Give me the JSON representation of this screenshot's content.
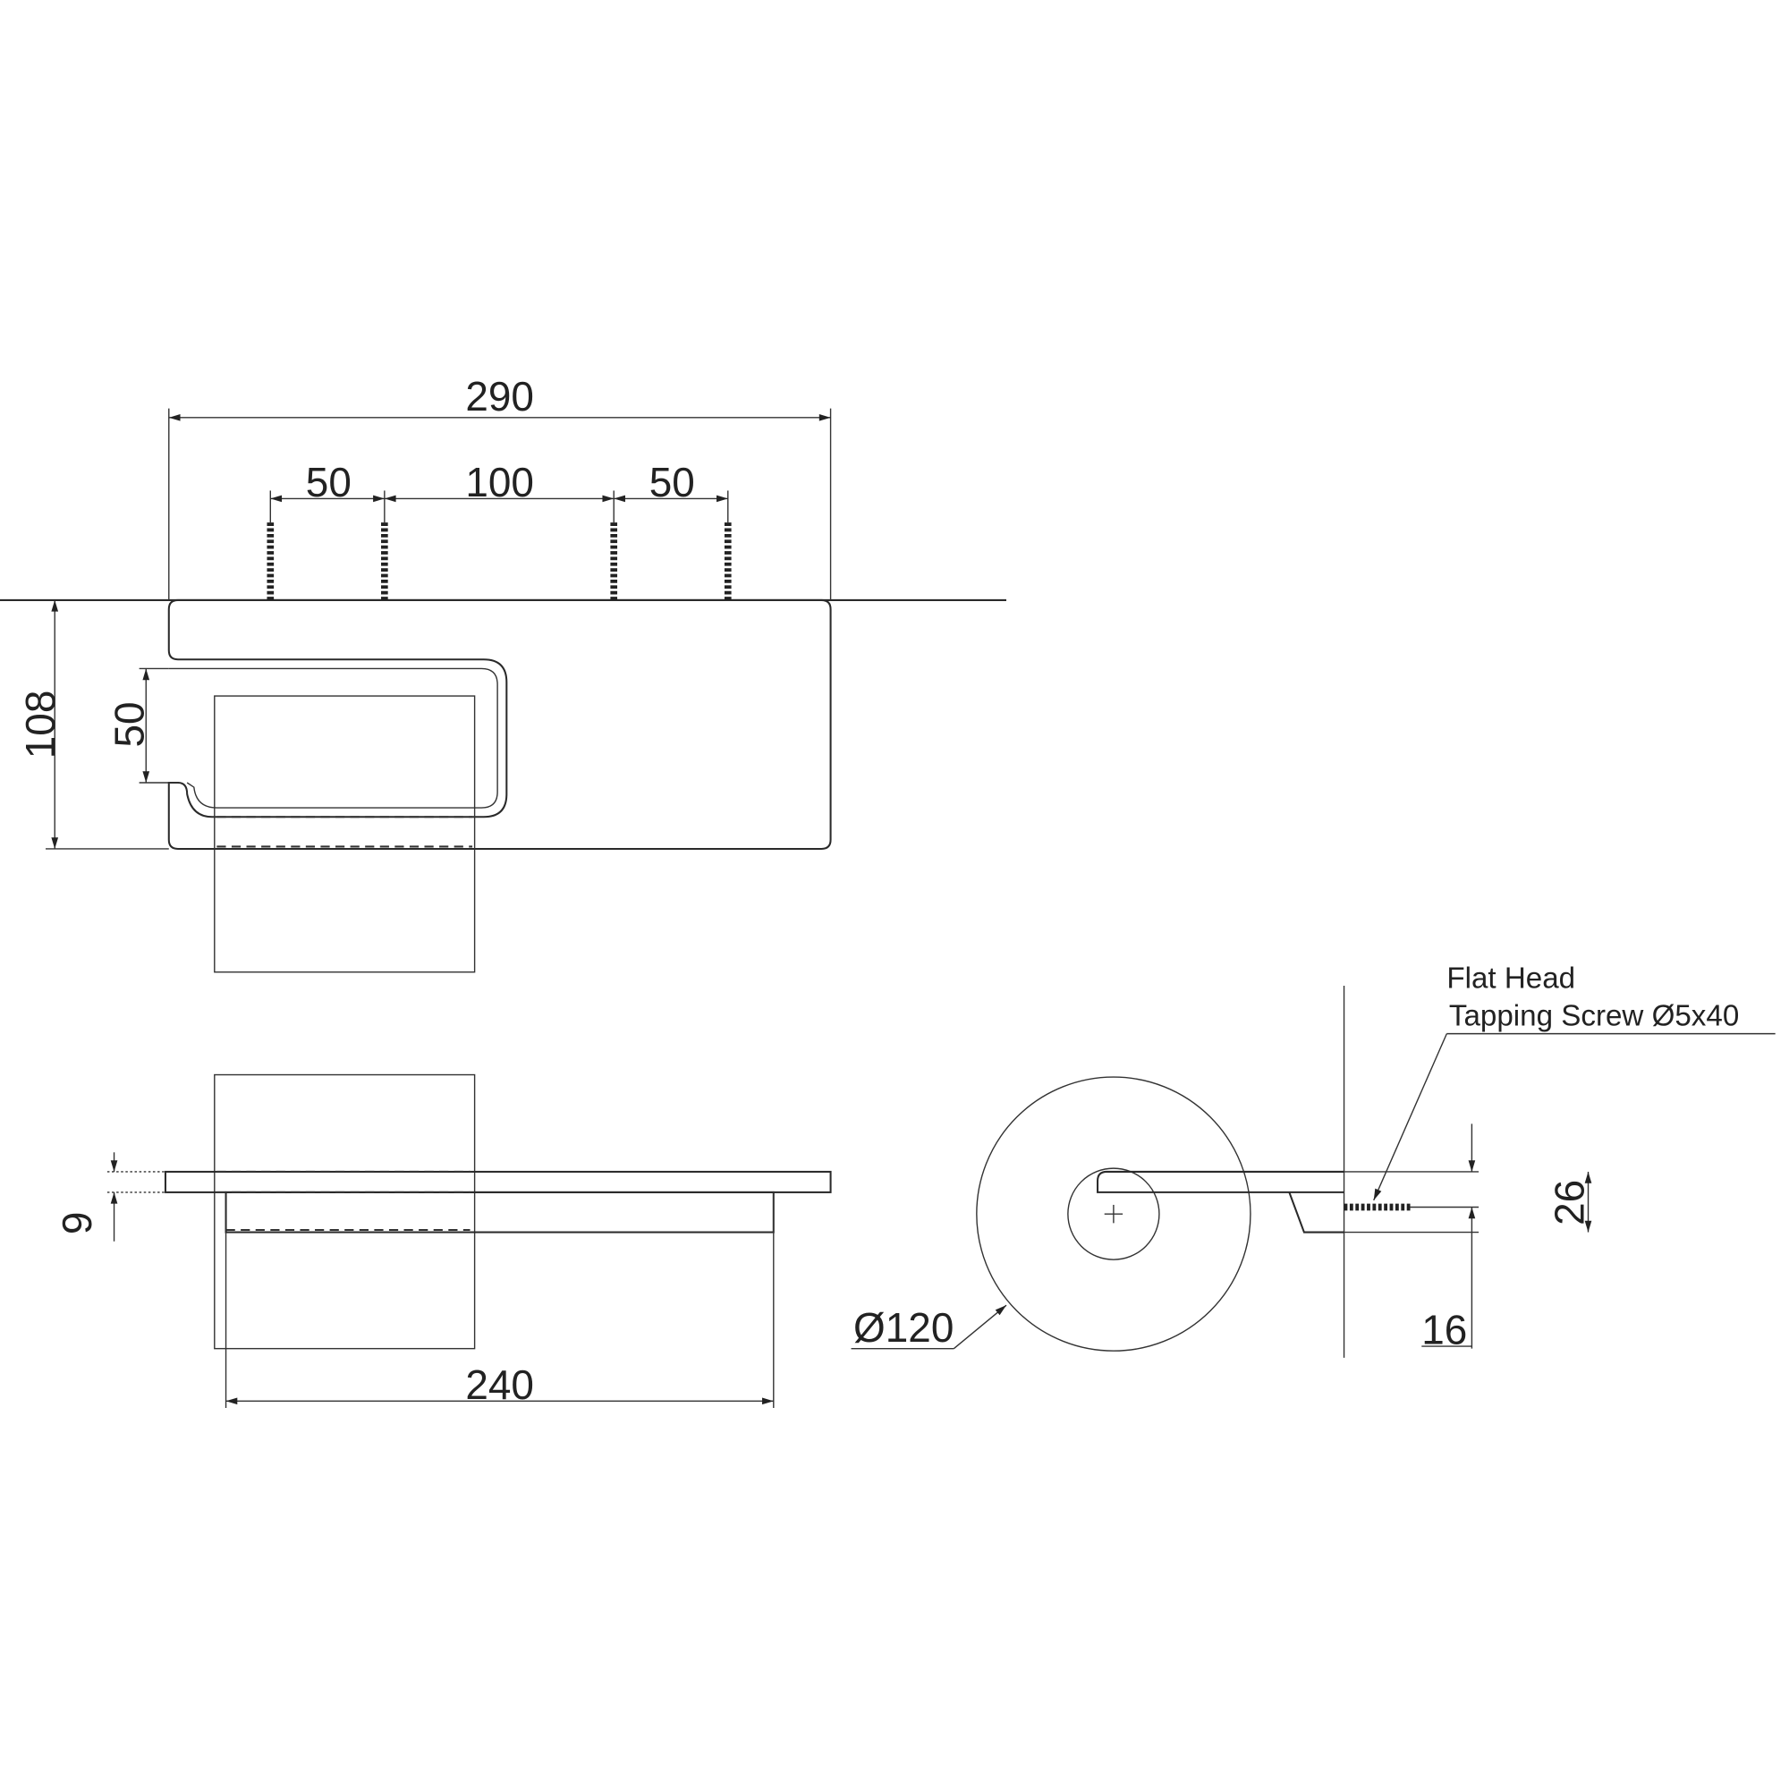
{
  "title": "Toilet roll holder technical drawing",
  "top_view": {
    "dim_overall_width": "290",
    "dim_screw_spacing_left": "50",
    "dim_screw_spacing_middle": "100",
    "dim_screw_spacing_right": "50",
    "dim_depth": "108",
    "dim_slot_height": "50"
  },
  "front_view": {
    "dim_arm_length": "240",
    "dim_thickness": "9"
  },
  "side_view": {
    "dim_roll_diameter": "Ø120",
    "dim_total_height": "26",
    "dim_screw_height": "16",
    "screw_note_line1": "Flat Head",
    "screw_note_line2": "Tapping Screw Ø5x40"
  }
}
